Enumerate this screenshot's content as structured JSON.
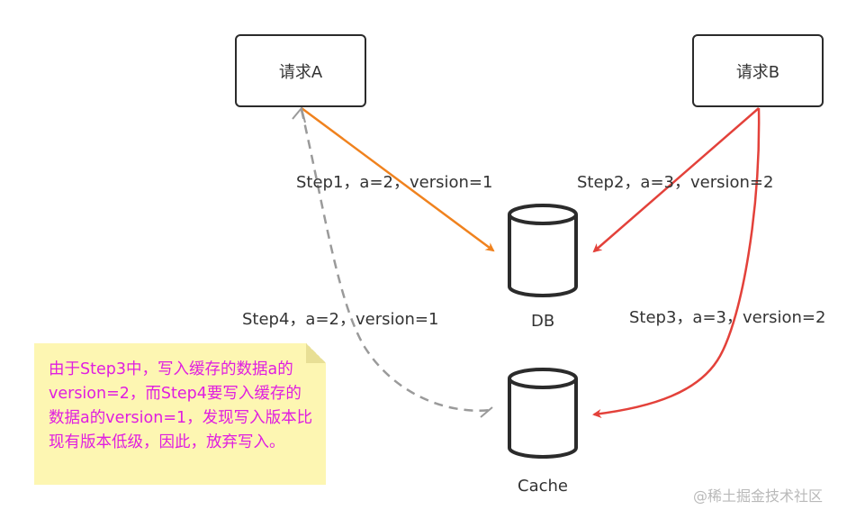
{
  "nodes": {
    "request_a": "请求A",
    "request_b": "请求B",
    "db": "DB",
    "cache": "Cache"
  },
  "edges": {
    "step1": "Step1，a=2，version=1",
    "step2": "Step2，a=3，version=2",
    "step3": "Step3，a=3，version=2",
    "step4": "Step4，a=2，version=1"
  },
  "note": "由于Step3中，写入缓存的数据a的version=2，而Step4要写入缓存的数据a的version=1，发现写入版本比现有版本低级，因此，放弃写入。",
  "watermark": "@稀土掘金技术社区",
  "colors": {
    "step1_arrow": "#f0821e",
    "step2_arrow": "#e3413a",
    "step3_arrow": "#e3413a",
    "step4_arrow": "#9a9a9a",
    "note_text": "#e01ee0",
    "note_bg": "#fdf6b2",
    "node_border": "#2b2b2b"
  },
  "icons": {
    "db": "database-cylinder-icon",
    "cache": "database-cylinder-icon"
  }
}
